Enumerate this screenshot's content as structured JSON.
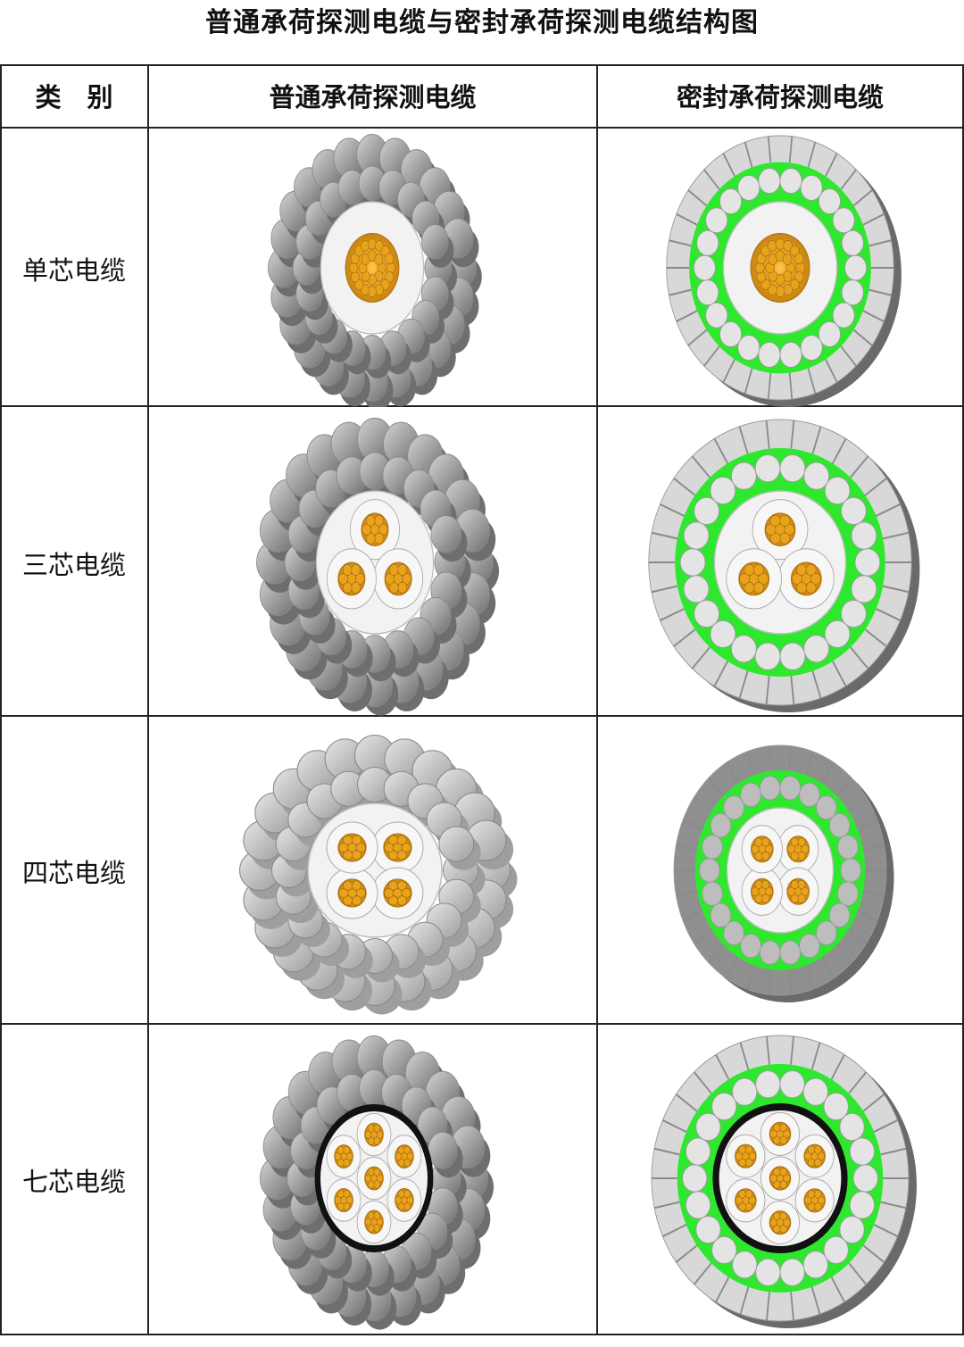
{
  "title": "普通承荷探测电缆与密封承荷探测电缆结构图",
  "header": {
    "category": "类　别",
    "col_normal": "普通承荷探测电缆",
    "col_sealed": "密封承荷探测电缆"
  },
  "rows": [
    {
      "label": "单芯电缆",
      "cores": 1
    },
    {
      "label": "三芯电缆",
      "cores": 3
    },
    {
      "label": "四芯电缆",
      "cores": 4
    },
    {
      "label": "七芯电缆",
      "cores": 7
    }
  ],
  "colors": {
    "copper": "#e8a21c",
    "steel_dark": "#7d7d7d",
    "steel_light": "#c9c9c9",
    "filler_green": "#2ee82e",
    "insulation": "#f2f2f2"
  }
}
